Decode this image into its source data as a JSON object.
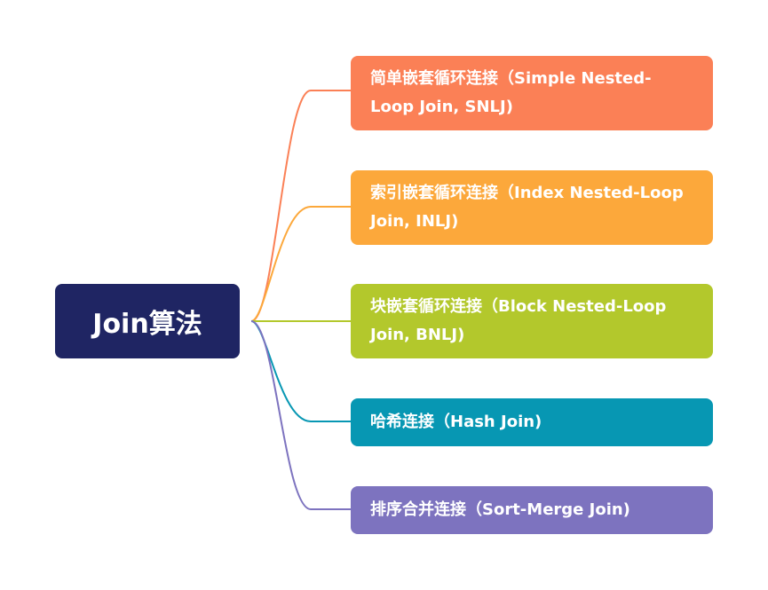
{
  "root": {
    "label": "Join算法",
    "color": "#1f2563"
  },
  "children": [
    {
      "label": "简单嵌套循环连接（Simple Nested-Loop Join, SNLJ)",
      "color": "#fb8056"
    },
    {
      "label": "索引嵌套循环连接（Index Nested-Loop Join, INLJ)",
      "color": "#fca83b"
    },
    {
      "label": "块嵌套循环连接（Block Nested-Loop Join, BNLJ)",
      "color": "#b3c82c"
    },
    {
      "label": "哈希连接（Hash Join)",
      "color": "#0797b3"
    },
    {
      "label": "排序合并连接（Sort-Merge Join)",
      "color": "#7d73bf"
    }
  ]
}
